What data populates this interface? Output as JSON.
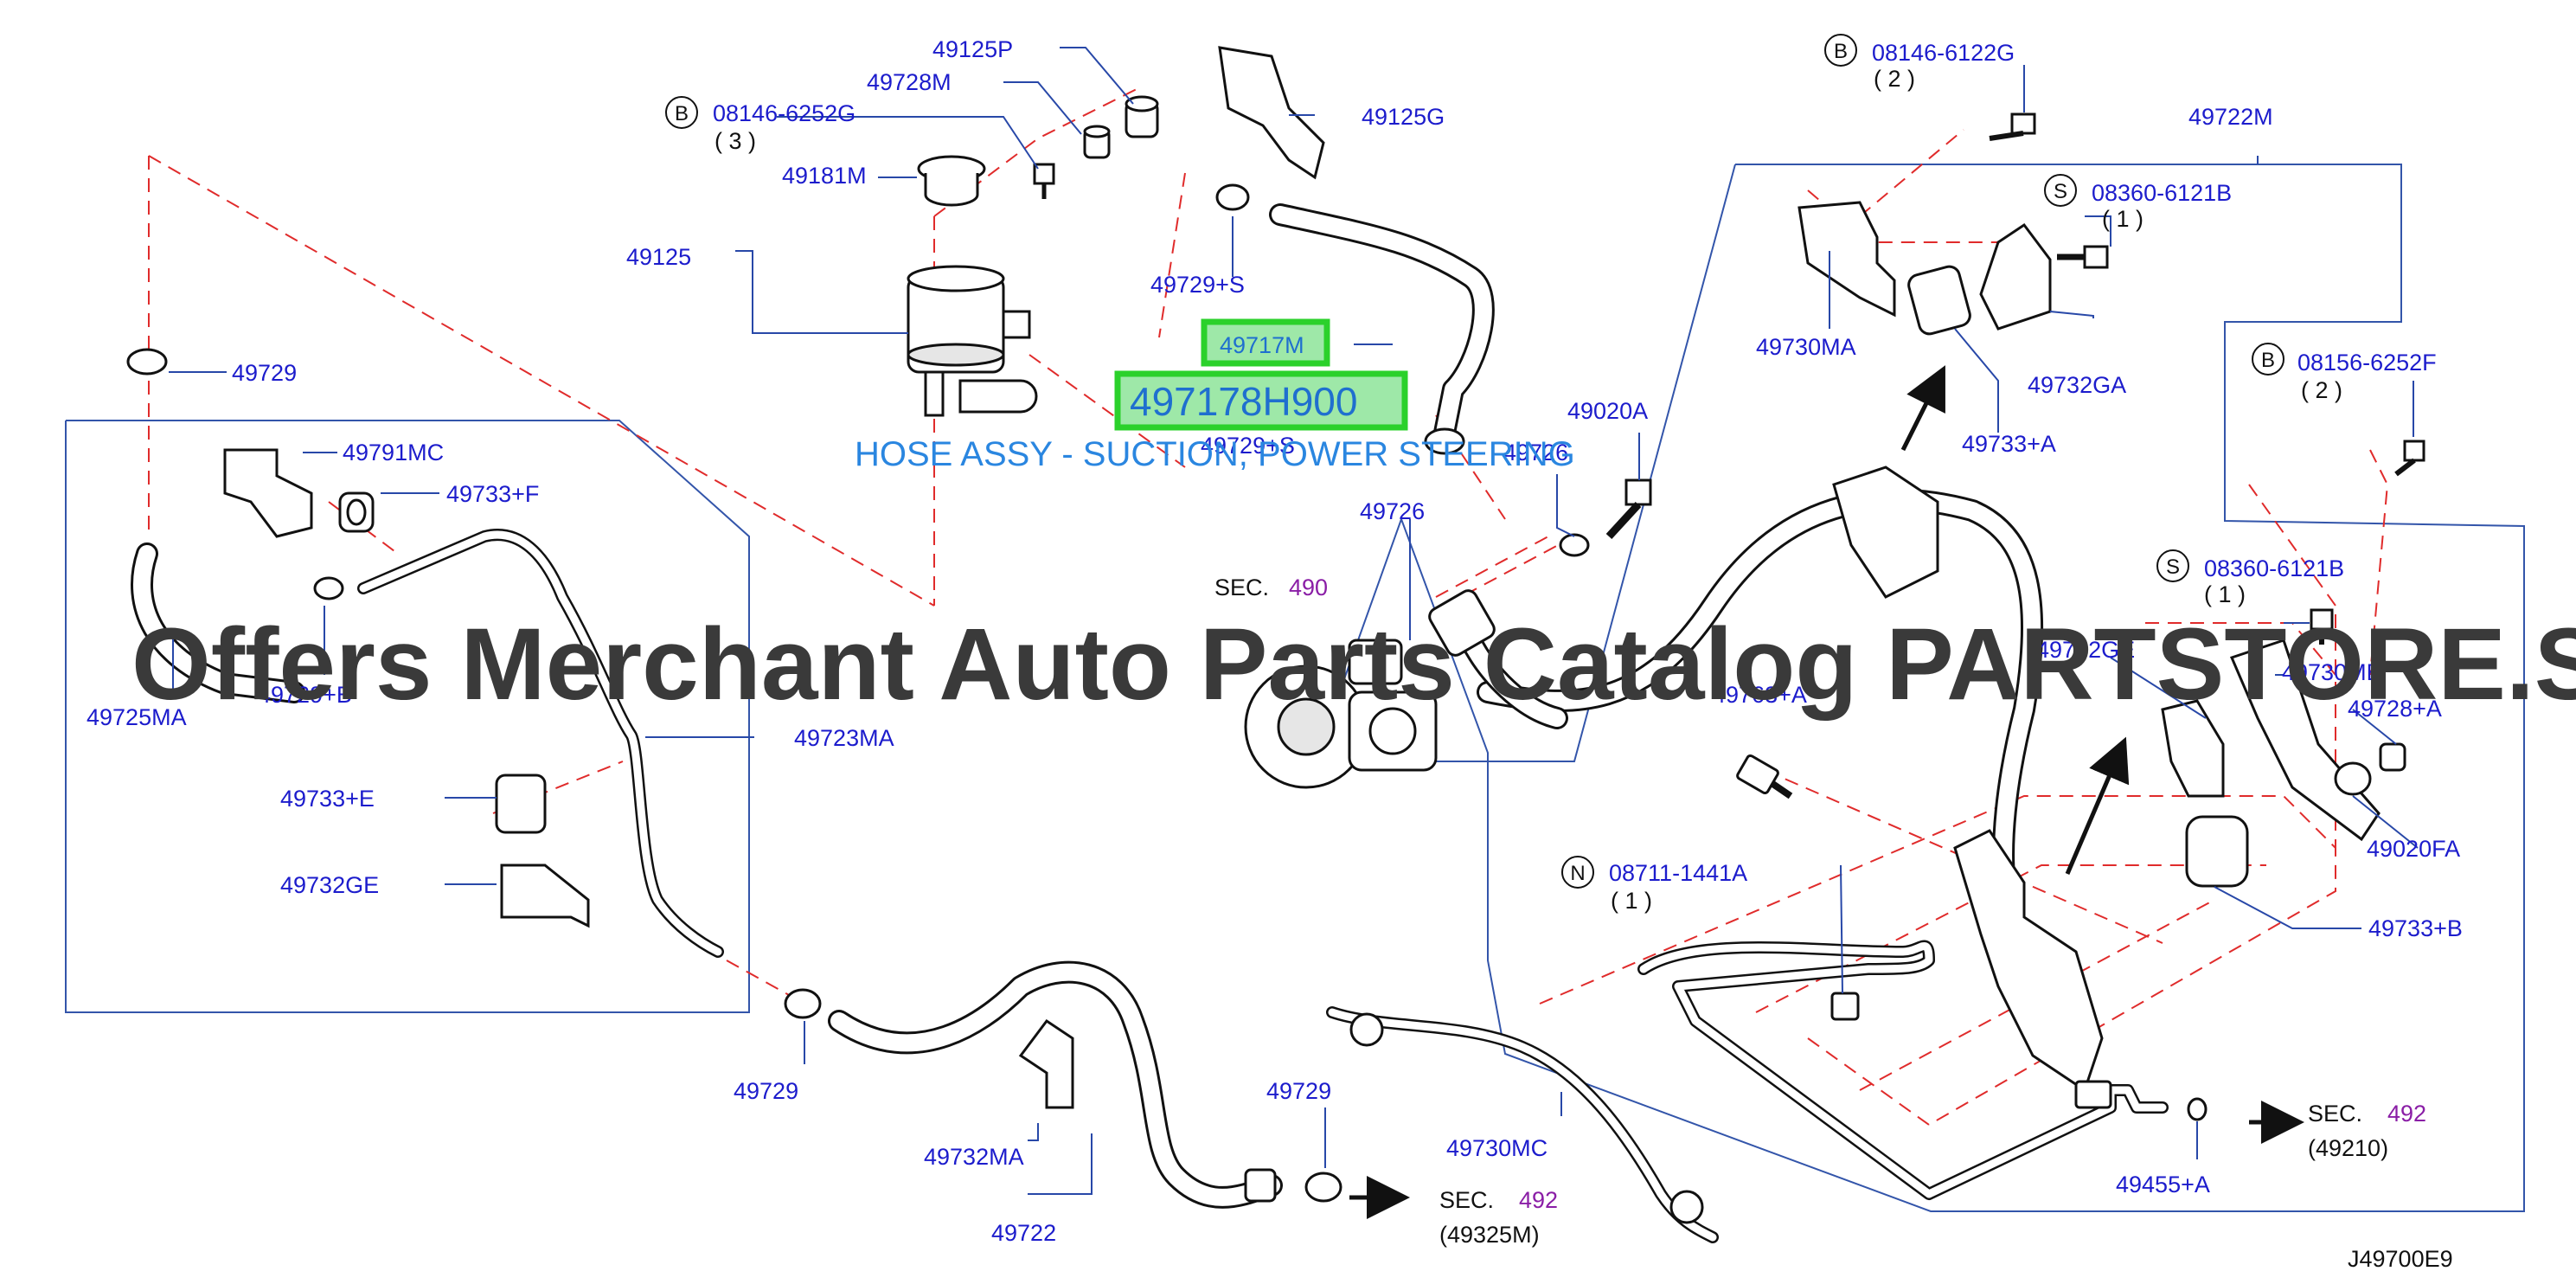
{
  "diagram_code": "J49700E9",
  "highlight": {
    "ref_label": "49717M",
    "part_number": "497178H900",
    "description": "HOSE ASSY - SUCTION, POWER STEERING"
  },
  "watermark": "Offers Merchant Auto Parts Catalog PARTSTORE.SA",
  "labels": {
    "p49125P": "49125P",
    "p49728M": "49728M",
    "p49125G": "49125G",
    "b1_code": "08146-6252G",
    "b1_qty": "( 3 )",
    "p49181M": "49181M",
    "p49125": "49125",
    "p49729_top": "49729+S",
    "p49729_left": "49729",
    "p49791MC": "49791MC",
    "p49733F": "49733+F",
    "p49725MA": "49725MA",
    "p49729B": "49729+B",
    "p49723MA": "49723MA",
    "p49733E": "49733+E",
    "p49732GE_left": "49732GE",
    "p49729_bot": "49729",
    "p49732MA": "49732MA",
    "p49722": "49722",
    "p49729_mid": "49729",
    "p49730MC": "49730MC",
    "p49020A": "49020A",
    "p49726_a": "49726",
    "p49726_b": "49726",
    "p49729S_hidden": "49729+S",
    "b2_code": "08146-6122G",
    "b2_qty": "( 2 )",
    "p49722M": "49722M",
    "s1_code": "08360-6121B",
    "s1_qty": "( 1 )",
    "p49730MA": "49730MA",
    "p49732GA": "49732GA",
    "p49733A": "49733+A",
    "b3_code": "08156-6252F",
    "b3_qty": "( 2 )",
    "s2_code": "08360-6121B",
    "s2_qty": "( 1 )",
    "p49732GE_right": "49732GE",
    "p49730MB": "49730MB",
    "p49728A": "49728+A",
    "p49763A": "49763+A",
    "p49020FA": "49020FA",
    "p49733B": "49733+B",
    "n1_code": "08711-1441A",
    "n1_qty": "( 1 )",
    "p49455A": "49455+A",
    "sec490_word": "SEC.",
    "sec490_num": "490",
    "sec492a_word": "SEC.",
    "sec492a_num": "492",
    "sec492a_ref": "(49325M)",
    "sec492b_word": "SEC.",
    "sec492b_num": "492",
    "sec492b_ref": "(49210)"
  },
  "callout_letters": {
    "b1": "B",
    "b2": "B",
    "b3": "B",
    "s1": "S",
    "s2": "S",
    "n1": "N"
  },
  "colors": {
    "label_blue": "#1c1ccc",
    "section_purple": "#8a1ea6",
    "highlight_green": "#2bd12b",
    "highlight_fill": "#9ee8a8",
    "guide_red": "#e02b2b",
    "description_blue": "#2a86e0",
    "watermark_gray": "#3a3a3a"
  }
}
